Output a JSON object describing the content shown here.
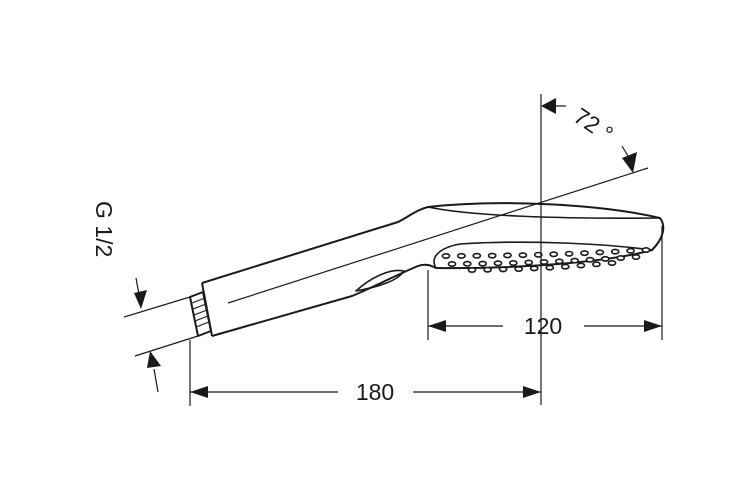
{
  "dimensions": {
    "angle": "72 °",
    "thread": "G 1/2",
    "overall_length": "180",
    "head_diameter": "120"
  },
  "colors": {
    "line": "#1a1a1a",
    "background": "#ffffff"
  }
}
